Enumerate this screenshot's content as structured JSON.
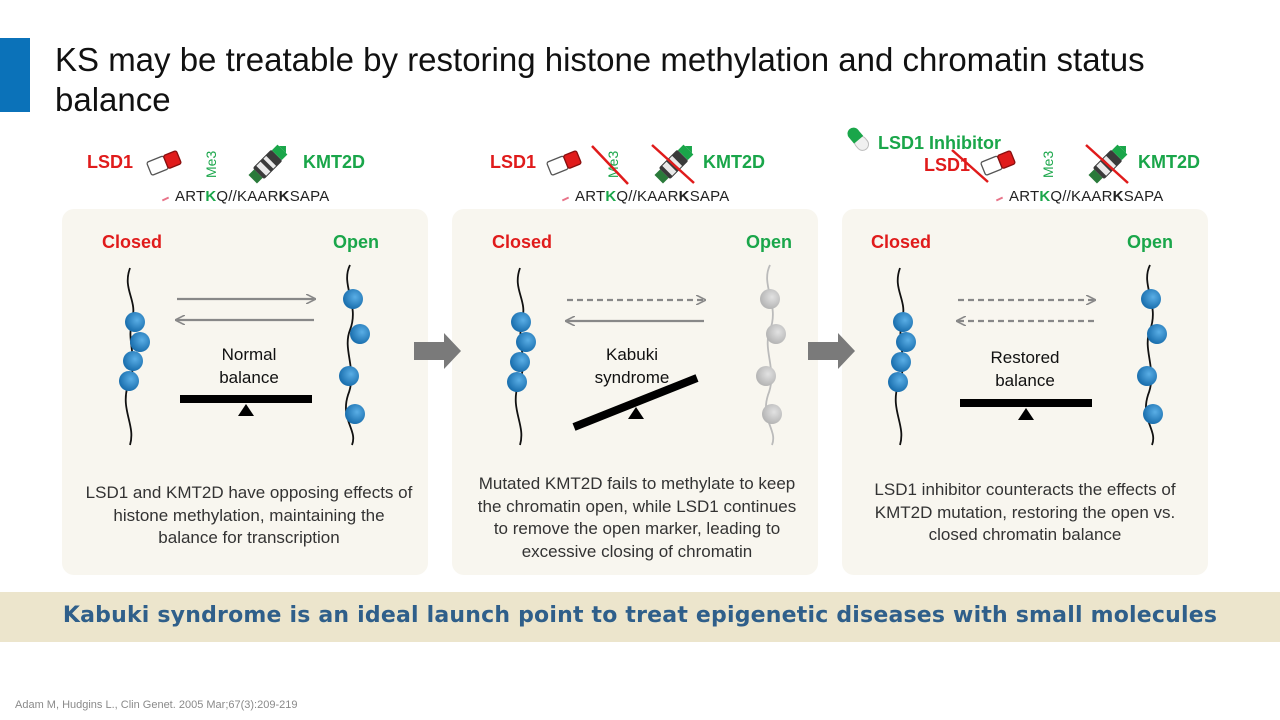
{
  "title": "KS may be treatable by restoring histone methylation and chromatin status balance",
  "colors": {
    "accent": "#0b72b9",
    "red": "#e01b1b",
    "green": "#1aa64a",
    "nucleosome": "#1f7fc4",
    "nucleosome_faded": "#c8c8c8",
    "banner_bg": "#ece5cc",
    "banner_text": "#2f5f8a",
    "panel_bg": "#f8f6ef"
  },
  "icons": [
    "eraser-icon",
    "marker-icon",
    "pill-icon",
    "crossed-out-icon",
    "arrow-right-icon"
  ],
  "panels": [
    {
      "lsd1": "LSD1",
      "me3": "Me3",
      "kmt2d": "KMT2D",
      "seq": {
        "p1": "ART",
        "k1": "K",
        "p2": "Q//KAAR",
        "k2": "K",
        "p3": "SAPA"
      },
      "closed": "Closed",
      "open": "Open",
      "center_line1": "Normal",
      "center_line2": "balance",
      "desc_lines": [
        "LSD1 and KMT2D have opposing effects of",
        "histone methylation, maintaining the",
        "balance for transcription"
      ]
    },
    {
      "lsd1": "LSD1",
      "me3": "Me3",
      "kmt2d": "KMT2D",
      "seq": {
        "p1": "ART",
        "k1": "K",
        "p2": "Q//KAAR",
        "k2": "K",
        "p3": "SAPA"
      },
      "closed": "Closed",
      "open": "Open",
      "center_line1": "Kabuki",
      "center_line2": "syndrome",
      "desc_lines": [
        "Mutated KMT2D fails to methylate to keep",
        "the chromatin open, while LSD1 continues",
        "to remove the open marker, leading to",
        "excessive closing of chromatin"
      ]
    },
    {
      "inhibitor": "LSD1 Inhibitor",
      "lsd1": "LSD1",
      "me3": "Me3",
      "kmt2d": "KMT2D",
      "seq": {
        "p1": "ART",
        "k1": "K",
        "p2": "Q//KAAR",
        "k2": "K",
        "p3": "SAPA"
      },
      "closed": "Closed",
      "open": "Open",
      "center_line1": "Restored",
      "center_line2": "balance",
      "desc_lines": [
        "LSD1 inhibitor counteracts the effects of",
        "KMT2D mutation, restoring the open vs.",
        "closed chromatin balance"
      ]
    }
  ],
  "banner": "Kabuki syndrome is an ideal launch point to treat epigenetic diseases with small molecules",
  "citation": "Adam M, Hudgins L., Clin Genet. 2005 Mar;67(3):209-219"
}
